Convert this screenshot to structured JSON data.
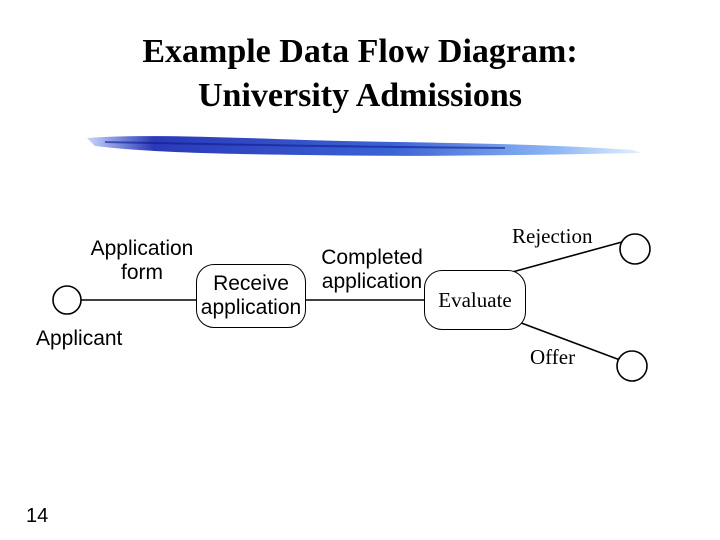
{
  "slide": {
    "title_line1": "Example Data Flow Diagram:",
    "title_line2": "University Admissions",
    "page_number": "14"
  },
  "diagram": {
    "entities": {
      "applicant": "Applicant"
    },
    "processes": {
      "receive_line1": "Receive",
      "receive_line2": "application",
      "evaluate": "Evaluate"
    },
    "flows": {
      "application_form_line1": "Application",
      "application_form_line2": "form",
      "completed_line1": "Completed",
      "completed_line2": "application",
      "rejection": "Rejection",
      "offer": "Offer"
    }
  },
  "colors": {
    "brush_dark": "#1a2aa8",
    "brush_light": "#9fc4ff"
  }
}
